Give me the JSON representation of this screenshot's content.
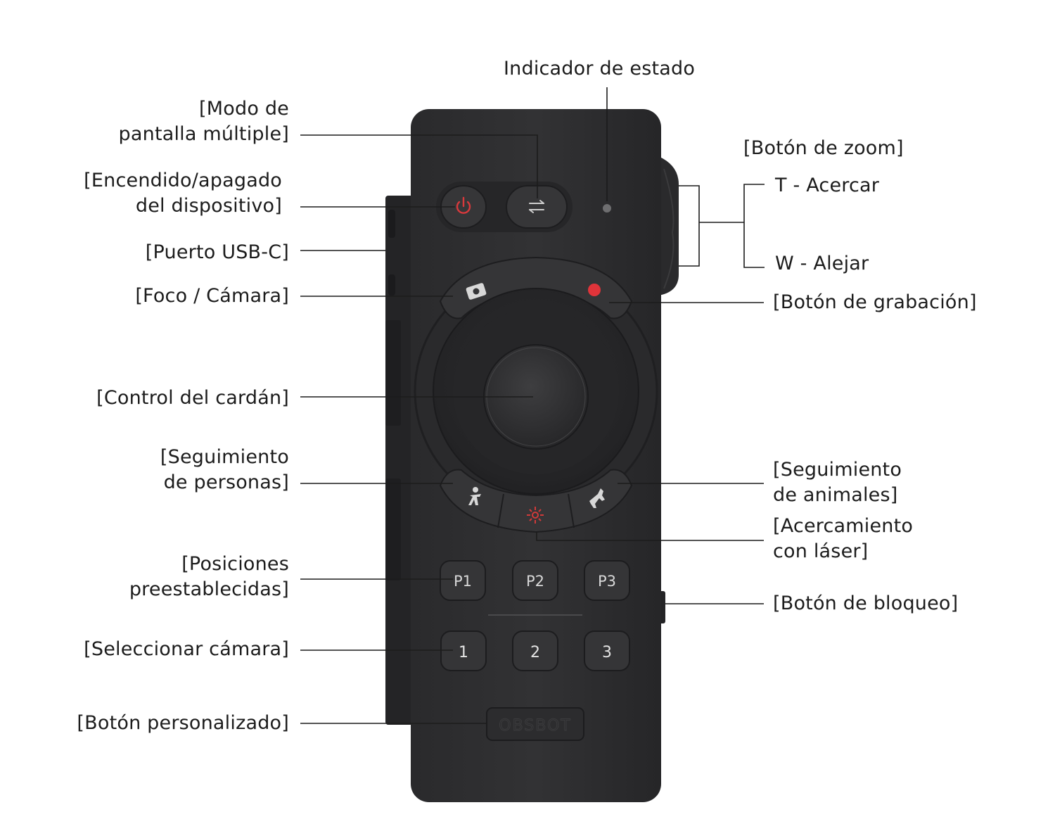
{
  "colors": {
    "body": "#2c2c2e",
    "button": "#3a3a3c",
    "record_dot": "#e0343a",
    "power_icon": "#d9393c",
    "laser_icon": "#d23a3a",
    "line": "#1c1c1c"
  },
  "labels": {
    "status_indicator": "Indicador de estado",
    "multi_screen": [
      "[Modo de",
      "pantalla múltiple]"
    ],
    "power": [
      "[Encendido/apagado",
      "del dispositivo]"
    ],
    "usb_c": "[Puerto USB-C]",
    "focus_camera": "[Foco / Cámara]",
    "gimbal_control": "[Control del cardán]",
    "person_tracking": [
      "[Seguimiento",
      "de personas]"
    ],
    "presets": [
      "[Posiciones",
      "preestablecidas]"
    ],
    "select_camera": "[Seleccionar cámara]",
    "custom_button": "[Botón personalizado]",
    "zoom_button": "[Botón de zoom]",
    "zoom_in": "T - Acercar",
    "zoom_out": "W - Alejar",
    "record_button": "[Botón de grabación]",
    "animal_tracking": [
      "[Seguimiento",
      "de animales]"
    ],
    "laser_zoom": [
      "[Acercamiento",
      "con láser]"
    ],
    "lock_button": "[Botón de bloqueo]"
  },
  "device": {
    "presets": [
      "P1",
      "P2",
      "P3"
    ],
    "cameras": [
      "1",
      "2",
      "3"
    ],
    "custom_engraving": "OBSBOT"
  },
  "icons": {
    "power": "power-icon",
    "switch": "switch-arrows-icon",
    "camera": "camera-icon",
    "record": "record-dot-icon",
    "person": "person-tracking-icon",
    "animal": "animal-tracking-icon",
    "laser": "laser-target-icon",
    "status": "status-led-icon"
  }
}
